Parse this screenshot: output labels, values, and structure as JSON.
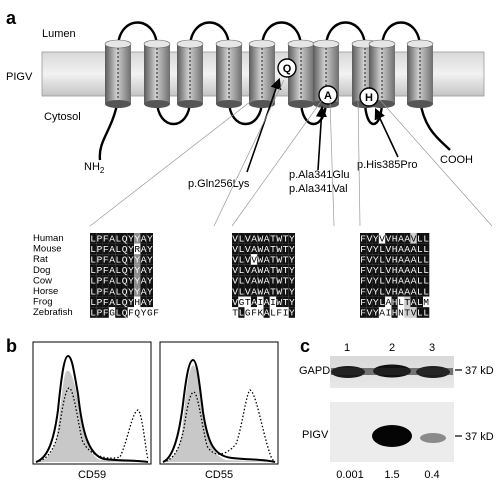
{
  "panel_a": {
    "letter": "a",
    "lumen": "Lumen",
    "pigv": "PIGV",
    "cytosol": "Cytosol",
    "nh2": "NH",
    "nh2_sub": "2",
    "cooh": "COOH",
    "residues": [
      "Q",
      "A",
      "H"
    ],
    "mutations": {
      "gln": "p.Gln256Lys",
      "ala1": "p.Ala341Glu",
      "ala2": "p.Ala341Val",
      "his": "p.His385Pro"
    },
    "species": [
      "Human",
      "Mouse",
      "Rat",
      "Dog",
      "Cow",
      "Horse",
      "Frog",
      "Zebrafish"
    ],
    "block1": [
      "LPFALQYYAY",
      "LPFALQYRAY",
      "LPFALQYYAY",
      "LPFALQYYAY",
      "LPFALQYYAY",
      "LPFALQYYAY",
      "LPFALQYHAY",
      "LPFGLQFQYGF"
    ],
    "block2": [
      "VLVAWATWTY",
      "VLVAWATWTY",
      "VLVVWATWTY",
      "VLVAWATWTY",
      "VLVAWATWTY",
      "VLVAWATWTY",
      "VGTAIAIWTY",
      "TLGFKALFIY"
    ],
    "block3": [
      "FVYVVHAAVLL",
      "FVYLVHAAALL",
      "FVYLVHAAALL",
      "FVYLVHAAALL",
      "FVYLVHAAALL",
      "FVYLVHAAALL",
      "FVYLAHLTALM",
      "FVYAIHNTVLL"
    ]
  },
  "panel_b": {
    "letter": "b",
    "plots": [
      {
        "xlabel": "CD59"
      },
      {
        "xlabel": "CD55"
      }
    ]
  },
  "panel_c": {
    "letter": "c",
    "lanes": [
      "1",
      "2",
      "3"
    ],
    "gapdh": "GAPDH",
    "pigv": "PIGV",
    "marker": "37 kD",
    "ratios": [
      "0.001",
      "1.5",
      "0.4"
    ]
  }
}
